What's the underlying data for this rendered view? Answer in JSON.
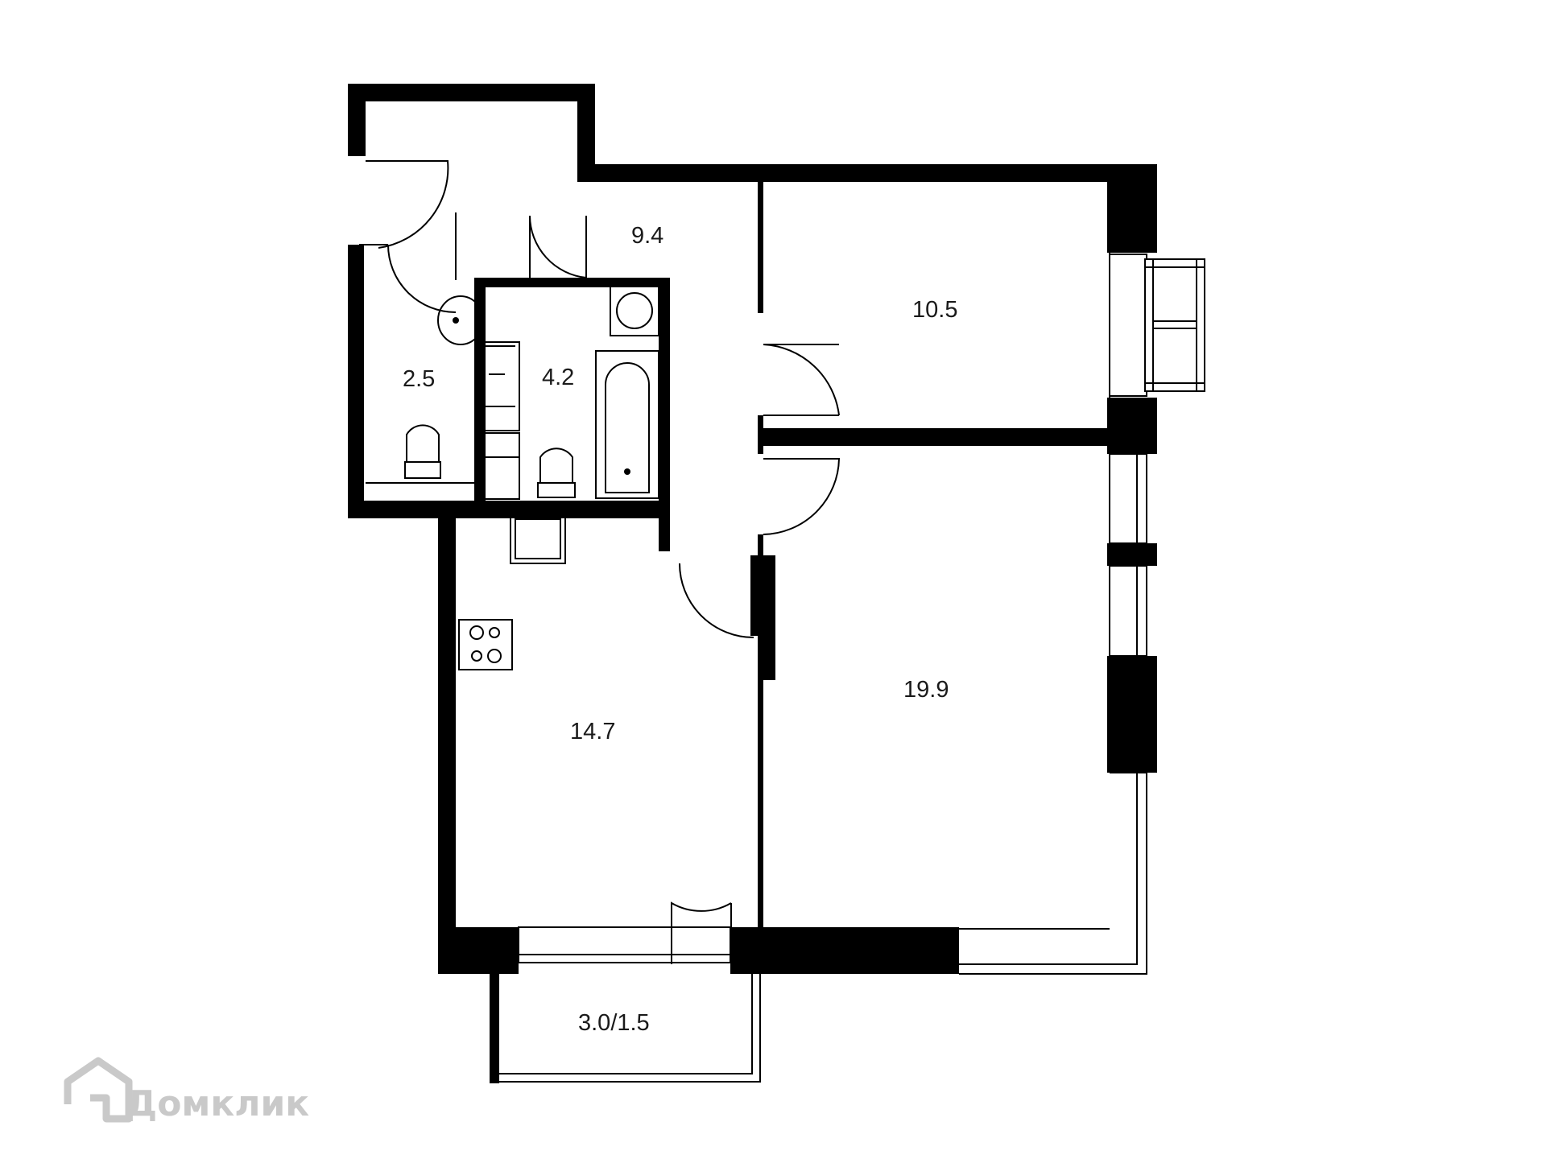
{
  "plan": {
    "rooms": [
      {
        "id": "hallway",
        "area": "9.4"
      },
      {
        "id": "bedroom",
        "area": "10.5"
      },
      {
        "id": "wc",
        "area": "2.5"
      },
      {
        "id": "bathroom",
        "area": "4.2"
      },
      {
        "id": "kitchen",
        "area": "14.7"
      },
      {
        "id": "living-room",
        "area": "19.9"
      },
      {
        "id": "balcony",
        "area": "3.0/1.5"
      }
    ]
  },
  "watermark": {
    "text": "Домклик",
    "icon": "house-logo-icon"
  },
  "colors": {
    "wall": "#000000",
    "background": "#ffffff",
    "watermark": "#c9c9c9"
  }
}
